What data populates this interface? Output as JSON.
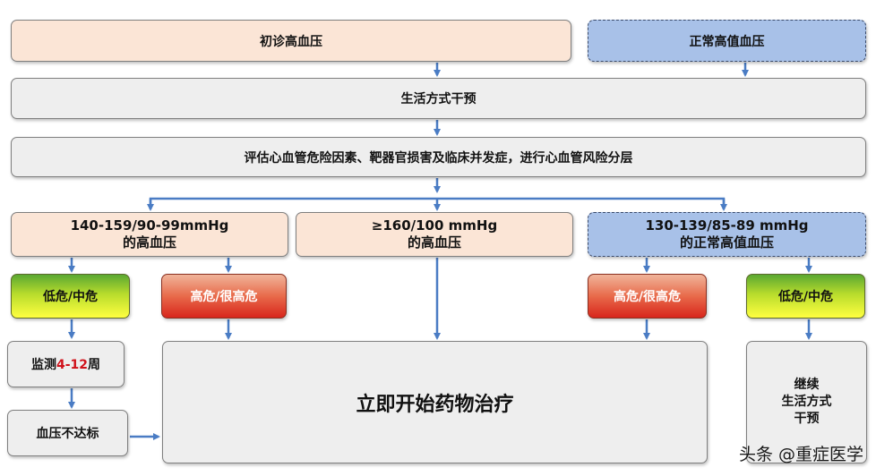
{
  "boxes": {
    "initial_hypertension": "初诊高血压",
    "normal_high_bp": "正常高值血压",
    "lifestyle_intervention": "生活方式干预",
    "assessment": "评估心血管危险因素、靶器官损害及临床并发症，进行心血管风险分层",
    "bp_140_line1": "140-159/90-99mmHg",
    "bp_140_line2": "的高血压",
    "bp_160_line1": "≥160/100 mmHg",
    "bp_160_line2": "的高血压",
    "bp_130_line1": "130-139/85-89 mmHg",
    "bp_130_line2": "的正常高值血压",
    "low_mid_risk_left": "低危/中危",
    "high_risk_left": "高危/很高危",
    "high_risk_right": "高危/很高危",
    "low_mid_risk_right": "低危/中危",
    "monitor_prefix": "监测",
    "monitor_range": "4-12",
    "monitor_suffix": "周",
    "bp_not_reached": "血压不达标",
    "start_medication": "立即开始药物治疗",
    "continue_line1": "继续",
    "continue_line2": "生活方式",
    "continue_line3": "干预"
  },
  "watermark": "头条 @重症医学",
  "colors": {
    "arrow": "#4a7cc4",
    "peach": "#fbe5d6",
    "gray": "#eeeeee",
    "blue": "#a8c1e8",
    "red_text": "#d0121b"
  }
}
